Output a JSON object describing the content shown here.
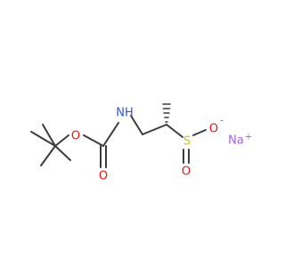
{
  "molecule": {
    "atoms": {
      "o_ester": {
        "symbol": "O",
        "color": "#ff0d0d"
      },
      "o_carbonyl": {
        "symbol": "O",
        "color": "#ff0d0d"
      },
      "n": {
        "symbol": "NH",
        "color": "#3050f8"
      },
      "s": {
        "symbol": "S",
        "color": "#c8c800"
      },
      "o_sulfinate_neg": {
        "symbol": "O",
        "charge": "-",
        "color": "#ff0d0d"
      },
      "o_sulfinate_double": {
        "symbol": "O",
        "color": "#ff0d0d"
      },
      "na": {
        "symbol": "Na",
        "charge": "+",
        "color": "#ab5cf2"
      }
    },
    "bond_color": "#3c3c3c"
  }
}
